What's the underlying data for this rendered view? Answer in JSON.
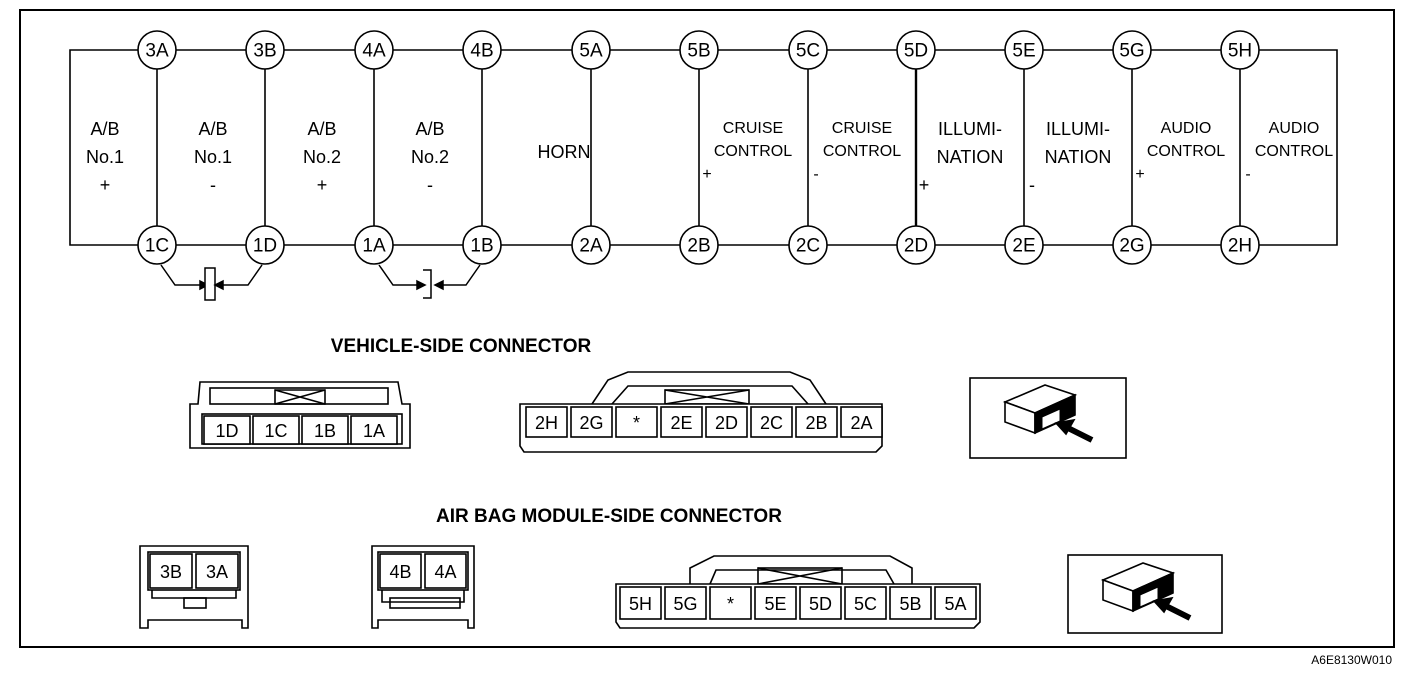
{
  "circuits": [
    {
      "top": "3A",
      "bottom": "1C",
      "lines": [
        "A/B",
        "No.1",
        "+"
      ]
    },
    {
      "top": "3B",
      "bottom": "1D",
      "lines": [
        "A/B",
        "No.1",
        "-"
      ]
    },
    {
      "top": "4A",
      "bottom": "1A",
      "lines": [
        "A/B",
        "No.2",
        "+"
      ]
    },
    {
      "top": "4B",
      "bottom": "1B",
      "lines": [
        "A/B",
        "No.2",
        "-"
      ]
    },
    {
      "top": "5A",
      "bottom": "2A",
      "lines": [
        "HORN"
      ]
    },
    {
      "top": "5B",
      "bottom": "2B",
      "lines": [
        "CRUISE",
        "CONTROL",
        "+"
      ]
    },
    {
      "top": "5C",
      "bottom": "2C",
      "lines": [
        "CRUISE",
        "CONTROL",
        "-"
      ]
    },
    {
      "top": "5D",
      "bottom": "2D",
      "lines": [
        "ILLUMI-",
        "NATION",
        "+"
      ]
    },
    {
      "top": "5E",
      "bottom": "2E",
      "lines": [
        "ILLUMI-",
        "NATION",
        "-"
      ]
    },
    {
      "top": "5G",
      "bottom": "2G",
      "lines": [
        "AUDIO",
        "CONTROL",
        "+"
      ]
    },
    {
      "top": "5H",
      "bottom": "2H",
      "lines": [
        "AUDIO",
        "CONTROL",
        "-"
      ]
    }
  ],
  "vehicle_side": {
    "heading": "VEHICLE-SIDE CONNECTOR",
    "small_connector": [
      "1D",
      "1C",
      "1B",
      "1A"
    ],
    "large_connector": [
      "2H",
      "2G",
      "*",
      "2E",
      "2D",
      "2C",
      "2B",
      "2A"
    ]
  },
  "airbag_side": {
    "heading": "AIR BAG MODULE-SIDE CONNECTOR",
    "connector_a": [
      "3B",
      "3A"
    ],
    "connector_b": [
      "4B",
      "4A"
    ],
    "large_connector": [
      "5H",
      "5G",
      "*",
      "5E",
      "5D",
      "5C",
      "5B",
      "5A"
    ]
  },
  "figure_code": "A6E8130W010"
}
